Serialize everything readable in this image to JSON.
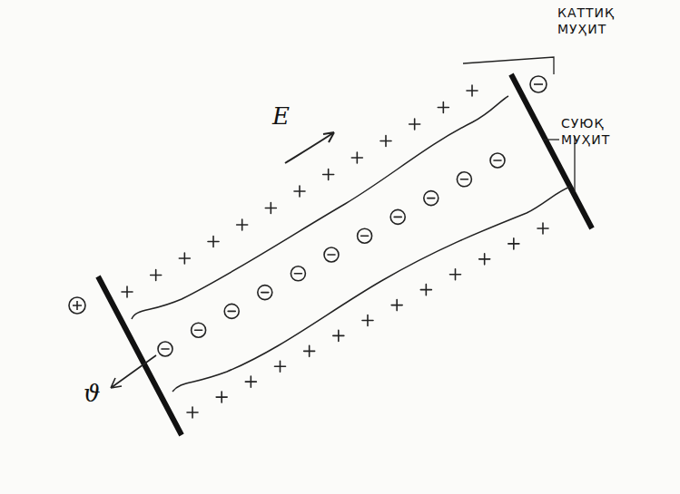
{
  "diagram": {
    "labels": [
      "E",
      "ϑ",
      "КАТТИҚ МУҲИТ",
      "СУЮҚ МУҲИТ"
    ]
  }
}
